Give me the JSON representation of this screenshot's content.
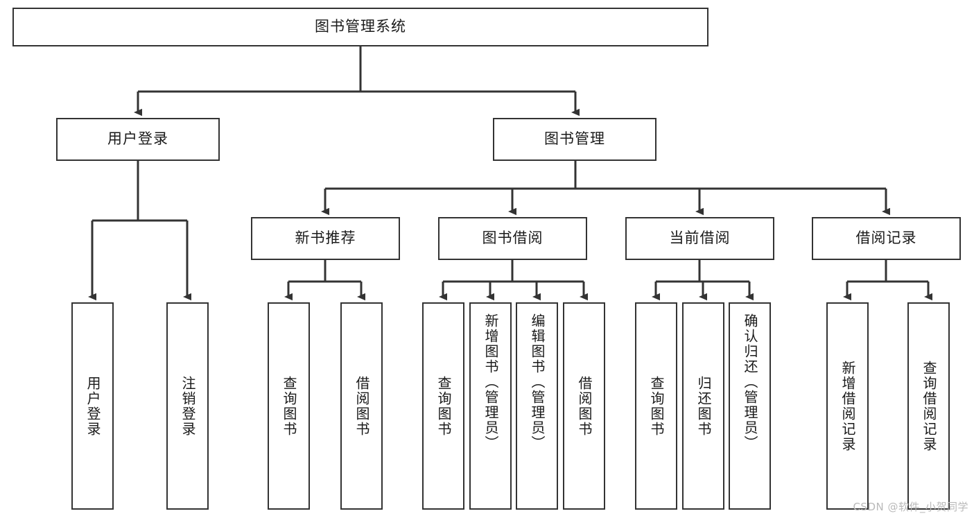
{
  "diagram": {
    "type": "tree-hierarchy-flowchart",
    "title": "图书管理系统",
    "watermark": "CSDN @软件_小贺同学",
    "colors": {
      "box_border": "#333333",
      "box_fill": "#ffffff",
      "connector": "#333333",
      "text": "#1a1a1a",
      "watermark": "#b9b9b9"
    },
    "levels": [
      {
        "level": 1,
        "nodes": [
          {
            "id": "root",
            "label": "图书管理系统",
            "orientation": "horizontal"
          }
        ]
      },
      {
        "level": 2,
        "nodes": [
          {
            "id": "user-login",
            "label": "用户登录",
            "orientation": "horizontal",
            "parent": "root"
          },
          {
            "id": "book-manage",
            "label": "图书管理",
            "orientation": "horizontal",
            "parent": "root"
          }
        ]
      },
      {
        "level": 3,
        "nodes": [
          {
            "id": "new-book-rec",
            "label": "新书推荐",
            "orientation": "horizontal",
            "parent": "book-manage"
          },
          {
            "id": "book-borrow",
            "label": "图书借阅",
            "orientation": "horizontal",
            "parent": "book-manage"
          },
          {
            "id": "current-borrow",
            "label": "当前借阅",
            "orientation": "horizontal",
            "parent": "book-manage"
          },
          {
            "id": "borrow-record",
            "label": "借阅记录",
            "orientation": "horizontal",
            "parent": "book-manage"
          }
        ]
      },
      {
        "level": 4,
        "nodes": [
          {
            "id": "leaf-user-login",
            "label": "用户登录",
            "orientation": "vertical",
            "parent": "user-login"
          },
          {
            "id": "leaf-user-logout",
            "label": "注销登录",
            "orientation": "vertical",
            "parent": "user-login"
          },
          {
            "id": "leaf-query-book-1",
            "label": "查询图书",
            "orientation": "vertical",
            "parent": "new-book-rec"
          },
          {
            "id": "leaf-borrow-book-1",
            "label": "借阅图书",
            "orientation": "vertical",
            "parent": "new-book-rec"
          },
          {
            "id": "leaf-query-book-2",
            "label": "查询图书",
            "orientation": "vertical",
            "parent": "book-borrow"
          },
          {
            "id": "leaf-add-book",
            "label": "新增图书（管理员）",
            "orientation": "vertical",
            "parent": "book-borrow"
          },
          {
            "id": "leaf-edit-book",
            "label": "编辑图书（管理员）",
            "orientation": "vertical",
            "parent": "book-borrow"
          },
          {
            "id": "leaf-borrow-book-2",
            "label": "借阅图书",
            "orientation": "vertical",
            "parent": "book-borrow"
          },
          {
            "id": "leaf-query-book-3",
            "label": "查询图书",
            "orientation": "vertical",
            "parent": "current-borrow"
          },
          {
            "id": "leaf-return-book",
            "label": "归还图书",
            "orientation": "vertical",
            "parent": "current-borrow"
          },
          {
            "id": "leaf-confirm-return",
            "label": "确认归还（管理员）",
            "orientation": "vertical",
            "parent": "current-borrow"
          },
          {
            "id": "leaf-add-record",
            "label": "新增借阅记录",
            "orientation": "vertical",
            "parent": "borrow-record"
          },
          {
            "id": "leaf-query-record",
            "label": "查询借阅记录",
            "orientation": "vertical",
            "parent": "borrow-record"
          }
        ]
      }
    ]
  }
}
